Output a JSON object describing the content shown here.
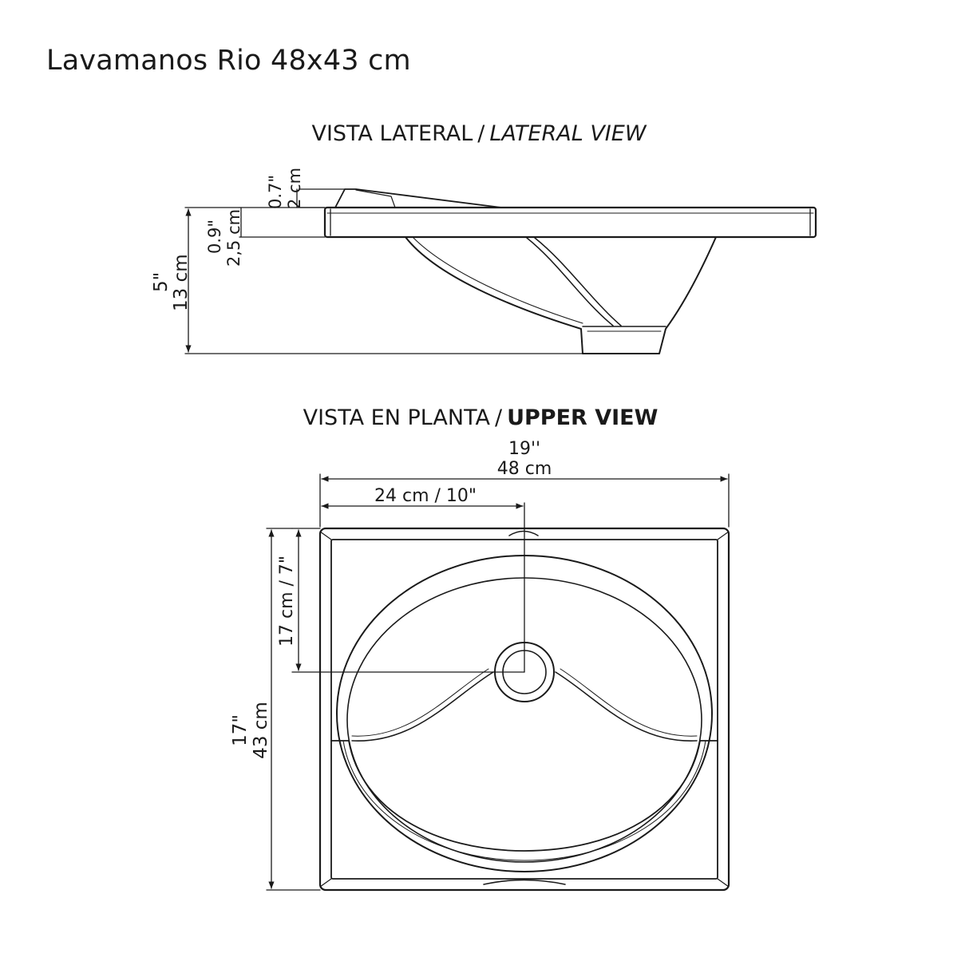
{
  "title": "Lavamanos Rio 48x43 cm",
  "lateral_view": {
    "title_es": "VISTA LATERAL",
    "separator": "/",
    "title_en": "LATERAL VIEW",
    "dims": {
      "faucet_deck_in": "0.7\"",
      "faucet_deck_cm": "2 cm",
      "rim_in": "0.9\"",
      "rim_cm": "2,5 cm",
      "height_in": "5\"",
      "height_cm": "13 cm"
    }
  },
  "upper_view": {
    "title_es": "VISTA EN PLANTA",
    "separator": "/",
    "title_en": "UPPER VIEW",
    "dims": {
      "width_in": "19''",
      "width_cm": "48 cm",
      "drain_x": "24 cm / 10\"",
      "drain_y": "17 cm / 7\"",
      "depth_in": "17\"",
      "depth_cm": "43 cm"
    }
  }
}
